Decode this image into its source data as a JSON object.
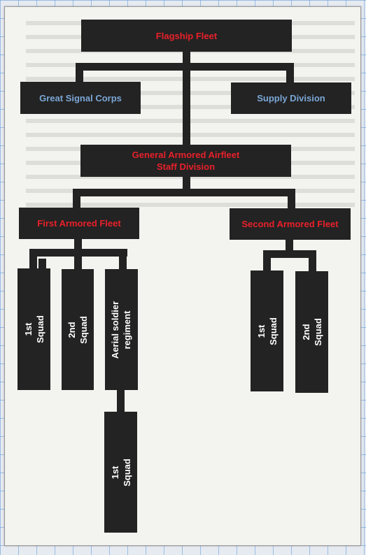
{
  "chart": {
    "flagship": "Flagship Fleet",
    "signal": "Great Signal Corps",
    "supply": "Supply Division",
    "staff_line1": "General Armored Airfleet",
    "staff_line2": "Staff Division",
    "first_fleet": "First Armored Fleet",
    "second_fleet": "Second Armored Fleet",
    "first_squad_a": "1st\nSquad",
    "second_squad_a": "2nd\nSquad",
    "aerial_regiment": "Aerial soldier\nregiment",
    "regiment_squad": "1st\nSquad",
    "first_squad_b": "1st\nSquad",
    "second_squad_b": "2nd\nSquad"
  },
  "colors": {
    "box": "#232323",
    "title_text": "#e8202a",
    "side_text": "#7ba7d6",
    "squad_text": "#ffffff"
  }
}
